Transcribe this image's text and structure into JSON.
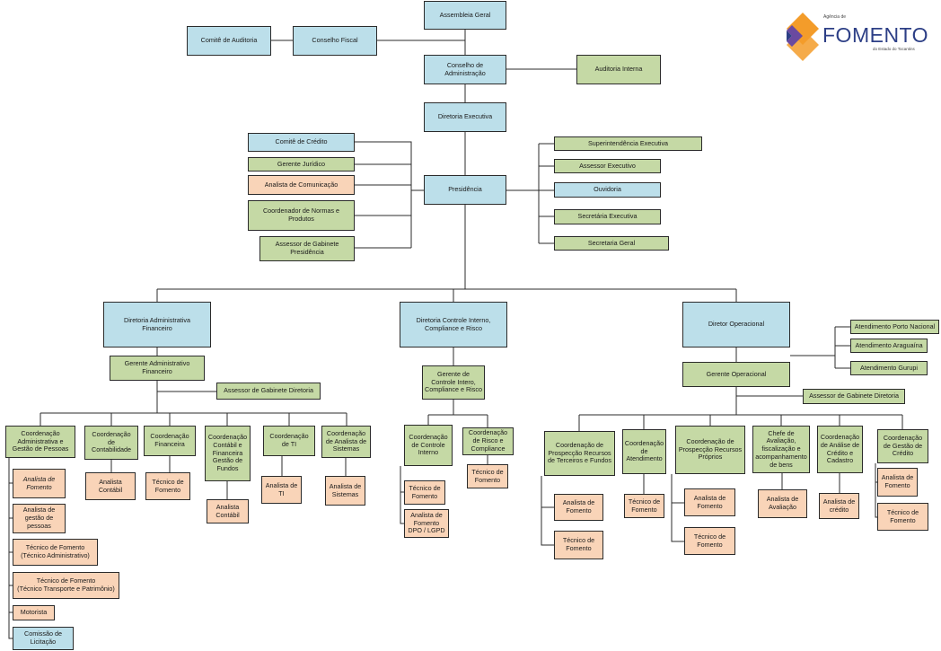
{
  "logo": {
    "small": "Agência de",
    "main": "FOMENTO",
    "sub": "do Estado do Tocantins",
    "colors": {
      "orange": "#f39c2a",
      "navy": "#2d3f86",
      "purple": "#6a4aa0"
    }
  },
  "colors": {
    "blue": "#bcdfea",
    "green": "#c5d9a5",
    "peach": "#f9d4b8",
    "line": "#2b2b2b"
  },
  "nodes": {
    "assembleia": {
      "label": "Assembleia Geral"
    },
    "comite_auditoria": {
      "label": "Comitê de Auditoria"
    },
    "conselho_fiscal": {
      "label": "Conselho Fiscal"
    },
    "conselho_admin": {
      "label": "Conselho de Administração"
    },
    "auditoria_interna": {
      "label": "Auditoria Interna"
    },
    "diretoria_executiva": {
      "label": "Diretoria Executiva"
    },
    "comite_credito": {
      "label": "Comitê de Crédito"
    },
    "gerente_juridico": {
      "label": "Gerente Jurídico"
    },
    "analista_comunicacao": {
      "label": "Analista de Comunicação"
    },
    "coord_normas": {
      "label": "Coordenador de Normas e\nProdutos"
    },
    "assessor_gab_pres": {
      "label": "Assessor de Gabinete\nPresidência"
    },
    "presidencia": {
      "label": "Presidência"
    },
    "superintendencia": {
      "label": "Superintendência Executiva"
    },
    "assessor_executivo": {
      "label": "Assessor Executivo"
    },
    "ouvidoria": {
      "label": "Ouvidoria"
    },
    "secretaria_executiva": {
      "label": "Secretária Executiva"
    },
    "secretaria_geral": {
      "label": "Secretaria Geral"
    },
    "dir_adm": {
      "label": "Diretoria Administrativa\nFinanceiro"
    },
    "dir_controle": {
      "label": "Diretoria Controle Interno,\nCompliance e Risco"
    },
    "dir_operacional": {
      "label": "Diretor Operacional"
    },
    "atend_porto": {
      "label": "Atendimento Porto Nacional"
    },
    "atend_araguaina": {
      "label": "Atendimento Araguaína"
    },
    "atend_gurupi": {
      "label": "Atendimento Gurupi"
    },
    "gerente_adm": {
      "label": "Gerente Administrativo\nFinanceiro"
    },
    "assessor_gab_dir1": {
      "label": "Assessor de Gabinete  Diretoria"
    },
    "gerente_controle": {
      "label": "Gerente de\nControle Intero,\nCompliance e Risco"
    },
    "gerente_operacional": {
      "label": "Gerente  Operacional"
    },
    "assessor_gab_dir2": {
      "label": "Assessor de Gabinete  Diretoria"
    },
    "coord_adm_pessoas": {
      "label": "Coordenação\nAdministrativa e\nGestão de Pessoas"
    },
    "coord_contabilidade": {
      "label": "Coordenação\nde\nContabilidade"
    },
    "coord_financeira": {
      "label": "Coordenação\nFinanceira"
    },
    "coord_contabil_fin": {
      "label": "Coordenação\nContábil e\nFinanceira\nGestão de\nFundos"
    },
    "coord_ti": {
      "label": "Coordenação\nde TI"
    },
    "coord_analista_sist": {
      "label": "Coordenação\nde Analista de\nSistemas"
    },
    "coord_controle_interno": {
      "label": "Coordenação\nde Controle\nInterno"
    },
    "coord_risco": {
      "label": "Coordenação\nde Risco e\nCompliance"
    },
    "coord_prosp_terceiros": {
      "label": "Coordenação de\nProspecção Recursos\nde Terceiros e Fundos"
    },
    "coord_atendimento": {
      "label": "Coordenação\nde\nAtendimento"
    },
    "coord_prosp_proprios": {
      "label": "Coordenação de\nProspecção Recursos\nPróprios"
    },
    "chefe_avaliacao": {
      "label": "Chefe de Avaliação,\nfiscalização e\nacompanhamento\nde bens"
    },
    "coord_analise_credito": {
      "label": "Coordenação\nde Análise de\nCrédito e\nCadastro"
    },
    "coord_gestao_credito": {
      "label": "Coordenação\nde Gestão de\nCrédito"
    },
    "p_analista_fomento_1": {
      "label": "Analista de\nFomento"
    },
    "p_analista_gestao_pessoas": {
      "label": "Analista de\ngestão de\npessoas"
    },
    "p_tecnico_adm": {
      "label": "Técnico de Fomento\n(Técnico Administrativo)"
    },
    "p_tecnico_transporte": {
      "label": "Técnico de Fomento\n(Técnico Transporte e Patrimônio)"
    },
    "p_motorista": {
      "label": "Motorista"
    },
    "b_comissao_licitacao": {
      "label": "Comissão de\nLicitação"
    },
    "p_analista_contabil_1": {
      "label": "Analista\nContábil"
    },
    "p_tecnico_fomento_fin": {
      "label": "Técnico de\nFomento"
    },
    "p_analista_contabil_2": {
      "label": "Analista\nContábil"
    },
    "p_analista_ti": {
      "label": "Analista de\nTI"
    },
    "p_analista_sistemas": {
      "label": "Analista de\nSistemas"
    },
    "p_tecnico_fomento_ci": {
      "label": "Técnico de\nFomento"
    },
    "p_analista_dpo": {
      "label": "Analista de\nFomento\nDPO / LGPD"
    },
    "p_tecnico_fomento_risco": {
      "label": "Técnico de\nFomento"
    },
    "p_analista_fomento_terc": {
      "label": "Analista de\nFomento"
    },
    "p_tecnico_fomento_terc": {
      "label": "Técnico de\nFomento"
    },
    "p_tecnico_fomento_atend": {
      "label": "Técnico de\nFomento"
    },
    "p_analista_fomento_prop": {
      "label": "Analista de\nFomento"
    },
    "p_tecnico_fomento_prop": {
      "label": "Técnico de\nFomento"
    },
    "p_analista_avaliacao": {
      "label": "Analista de\nAvaliação"
    },
    "p_analista_credito": {
      "label": "Analista de\ncrédito"
    },
    "p_analista_fomento_gest": {
      "label": "Analista de\nFomento"
    },
    "p_tecnico_fomento_gest": {
      "label": "Técnico de\nFomento"
    }
  }
}
